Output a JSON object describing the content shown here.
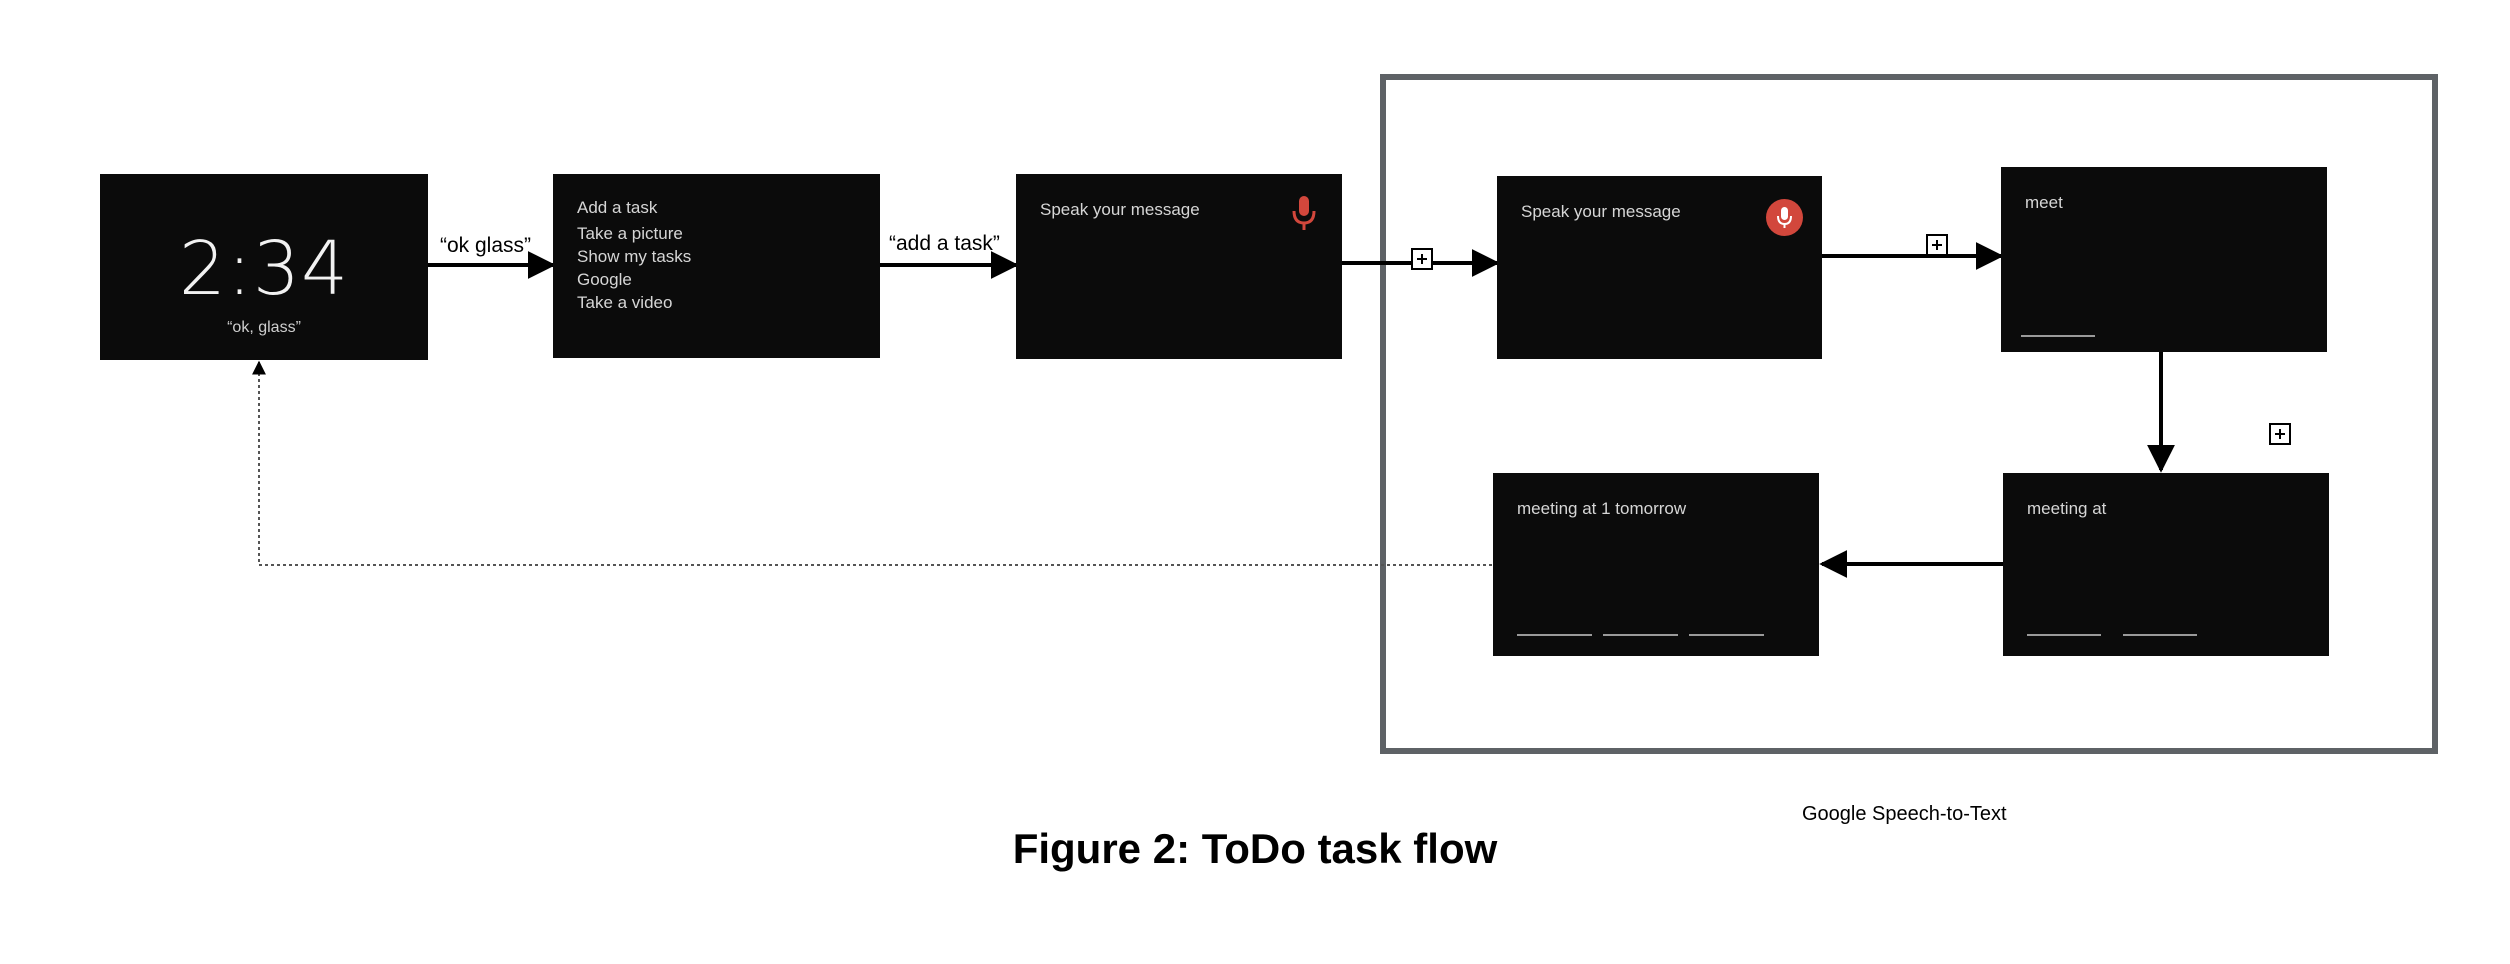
{
  "cards": {
    "home": {
      "time": "2:34",
      "hint": "“ok, glass”"
    },
    "menu": {
      "items": [
        "Add a task",
        "Take a picture",
        "Show my tasks",
        "Google",
        "Take a video"
      ]
    },
    "speak_1": {
      "prompt": "Speak your message"
    },
    "speak_2": {
      "prompt": "Speak your message"
    },
    "meet": {
      "text": "meet"
    },
    "meeting_at": {
      "text": "meeting at"
    },
    "meeting_final": {
      "text": "meeting at 1 tomorrow"
    }
  },
  "edges": {
    "ok_glass": "“ok glass”",
    "add_task": "“add a task”"
  },
  "region": {
    "label": "Google Speech-to-Text"
  },
  "caption": "Figure 2: ToDo task flow",
  "colors": {
    "card_bg": "#0b0b0b",
    "mic_red": "#d2473c",
    "region_border": "#5e6266"
  }
}
